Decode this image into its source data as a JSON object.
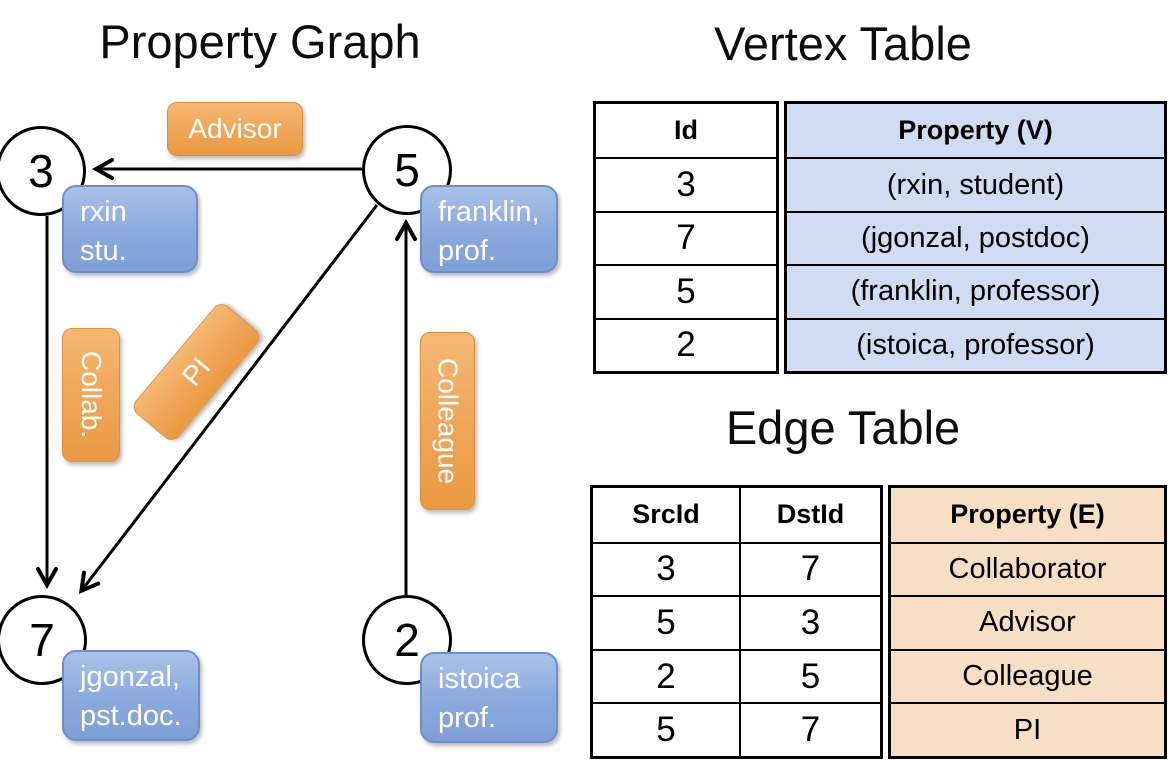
{
  "graph": {
    "title": "Property Graph",
    "nodes": [
      {
        "id": "3"
      },
      {
        "id": "5"
      },
      {
        "id": "7"
      },
      {
        "id": "2"
      }
    ],
    "node_properties": [
      {
        "node": "3",
        "line1": "rxin",
        "line2": "stu."
      },
      {
        "node": "5",
        "line1": "franklin,",
        "line2": "prof."
      },
      {
        "node": "7",
        "line1": "jgonzal,",
        "line2": "pst.doc."
      },
      {
        "node": "2",
        "line1": "istoica",
        "line2": "prof."
      }
    ],
    "edges": [
      {
        "src": "5",
        "dst": "3",
        "label": "Advisor"
      },
      {
        "src": "3",
        "dst": "7",
        "label": "Collab."
      },
      {
        "src": "5",
        "dst": "7",
        "label": "PI"
      },
      {
        "src": "2",
        "dst": "5",
        "label": "Colleague"
      }
    ]
  },
  "vertex_table": {
    "title": "Vertex Table",
    "headers": {
      "id": "Id",
      "property": "Property (V)"
    },
    "rows": [
      {
        "id": "3",
        "property": "(rxin, student)"
      },
      {
        "id": "7",
        "property": "(jgonzal, postdoc)"
      },
      {
        "id": "5",
        "property": "(franklin, professor)"
      },
      {
        "id": "2",
        "property": "(istoica, professor)"
      }
    ]
  },
  "edge_table": {
    "title": "Edge Table",
    "headers": {
      "src": "SrcId",
      "dst": "DstId",
      "property": "Property (E)"
    },
    "rows": [
      {
        "src": "3",
        "dst": "7",
        "property": "Collaborator"
      },
      {
        "src": "5",
        "dst": "3",
        "property": "Advisor"
      },
      {
        "src": "2",
        "dst": "5",
        "property": "Colleague"
      },
      {
        "src": "5",
        "dst": "7",
        "property": "PI"
      }
    ]
  },
  "colors": {
    "edge_label_orange": "#efa557",
    "edge_label_border": "#dd8f3e",
    "vertex_property_blue": "#8aa9dd",
    "vertex_property_border": "#6d8ec9",
    "vertex_table_row_bg": "#cfdcf1",
    "edge_table_row_bg": "#f7dfc6",
    "line_color": "#000000",
    "background": "#ffffff"
  }
}
